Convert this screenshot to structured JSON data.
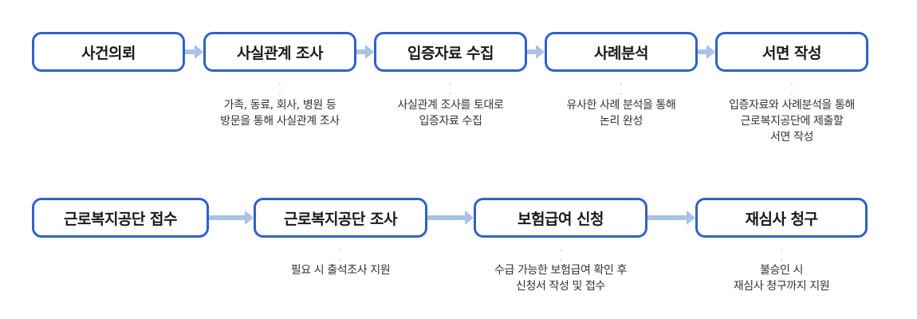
{
  "colors": {
    "box_border": "#2f62c7",
    "arrow": "#a9c2e5",
    "dots": "#b8b8b8"
  },
  "row1": {
    "steps": [
      {
        "label": "사건의뢰",
        "desc": ""
      },
      {
        "label": "사실관계 조사",
        "desc": "가족, 동료, 회사, 병원 등\n방문을 통해 사실관계 조사"
      },
      {
        "label": "입증자료 수집",
        "desc": "사실관계 조사를 토대로\n입증자료 수집"
      },
      {
        "label": "사례분석",
        "desc": "유사한 사례 분석을 통해\n논리 완성"
      },
      {
        "label": "서면 작성",
        "desc": "입증자료와 사례분석을 통해\n근로복지공단에 제출할\n서면 작성"
      }
    ]
  },
  "row2": {
    "steps": [
      {
        "label": "근로복지공단 접수",
        "desc": ""
      },
      {
        "label": "근로복지공단 조사",
        "desc": "필요 시 출석조사 지원"
      },
      {
        "label": "보험급여 신청",
        "desc": "수급 가능한 보험급여 확인 후\n신청서 작성 및 접수"
      },
      {
        "label": "재심사 청구",
        "desc": "불승인 시\n재심사 청구까지 지원"
      }
    ]
  }
}
